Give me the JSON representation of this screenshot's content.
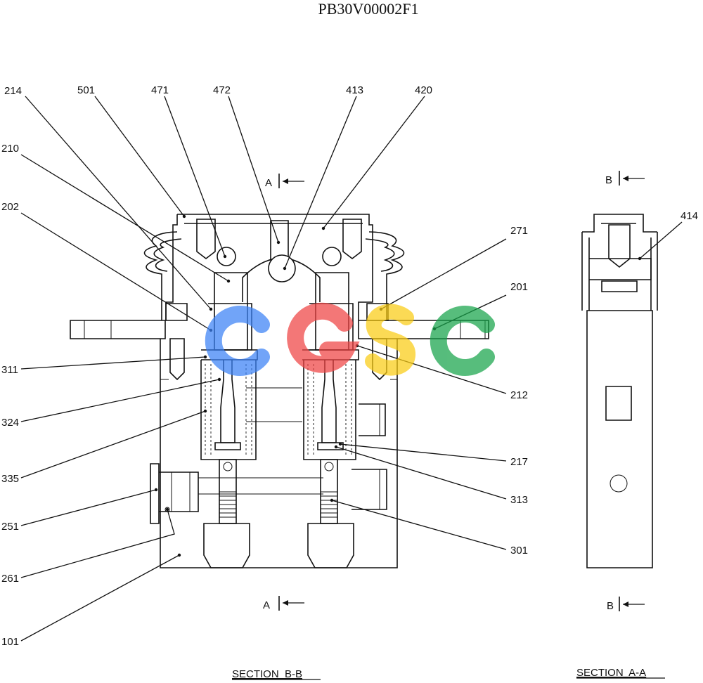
{
  "drawing_title": "PB30V00002F1",
  "callouts_left": [
    "214",
    "501",
    "471",
    "472",
    "413",
    "420",
    "210",
    "202",
    "311",
    "324",
    "335",
    "251",
    "261",
    "101"
  ],
  "callouts_right": [
    "271",
    "201",
    "212",
    "217",
    "313",
    "301",
    "414"
  ],
  "section_markers": {
    "a_top": "A",
    "a_bottom": "A",
    "b_top": "B",
    "b_bottom": "B"
  },
  "section_labels": {
    "bb": "SECTION  B-B",
    "aa": "SECTION  A-A"
  },
  "watermark": {
    "text": "CGSC",
    "colors": [
      "#3b82f6",
      "#ef4444",
      "#facc15",
      "#16a34a"
    ]
  }
}
